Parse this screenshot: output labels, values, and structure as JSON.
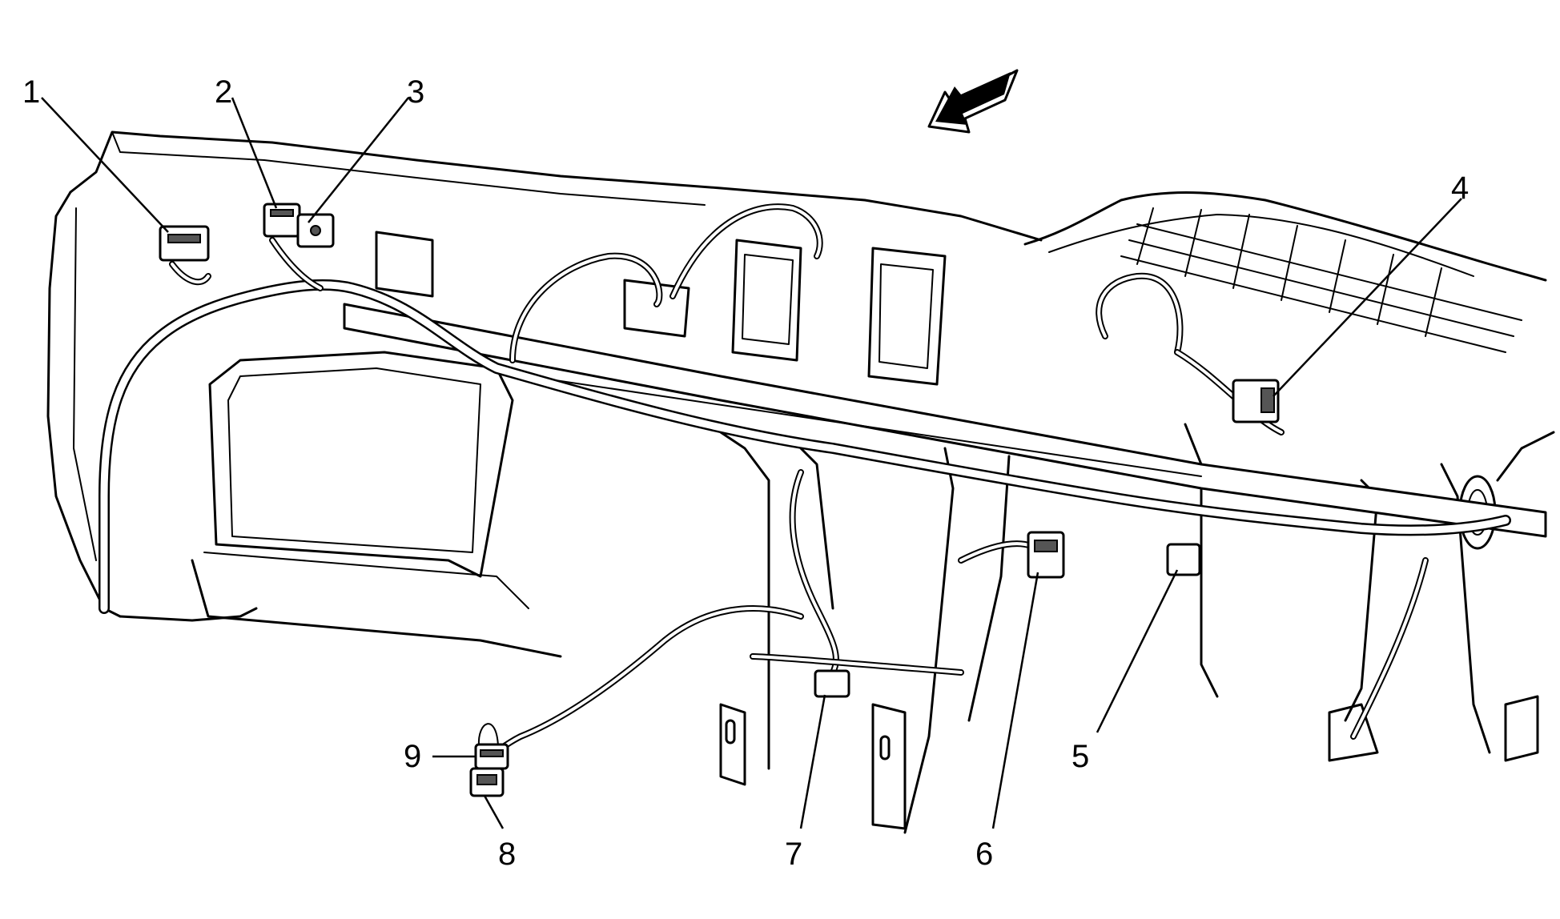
{
  "callouts": [
    {
      "id": "1",
      "label": "1"
    },
    {
      "id": "2",
      "label": "2"
    },
    {
      "id": "3",
      "label": "3"
    },
    {
      "id": "4",
      "label": "4"
    },
    {
      "id": "5",
      "label": "5"
    },
    {
      "id": "6",
      "label": "6"
    },
    {
      "id": "7",
      "label": "7"
    },
    {
      "id": "8",
      "label": "8"
    },
    {
      "id": "9",
      "label": "9"
    }
  ],
  "icons": {
    "direction_arrow": "forward-direction-arrow-icon"
  }
}
